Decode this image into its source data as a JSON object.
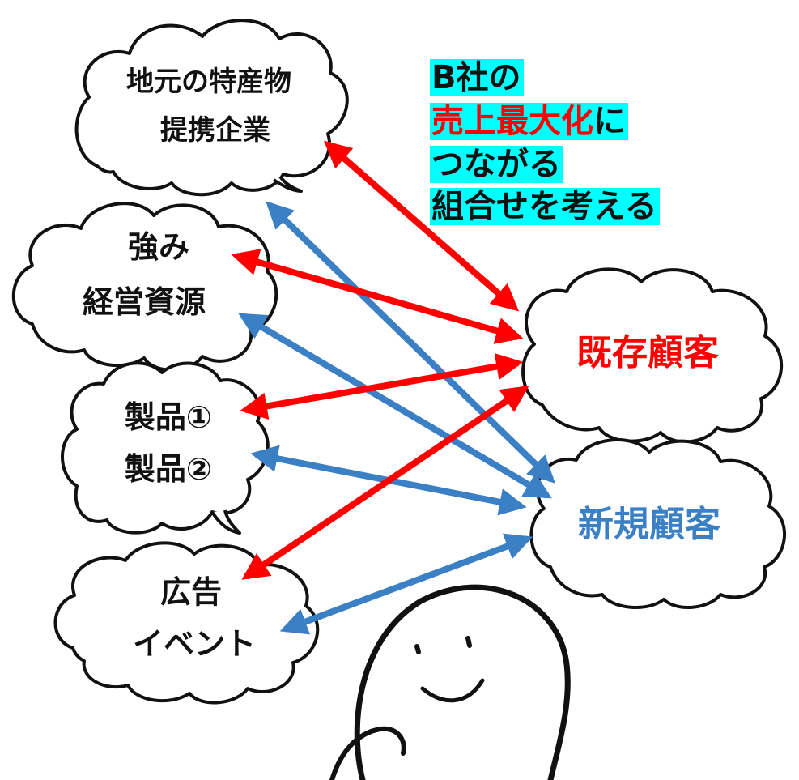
{
  "clouds": {
    "partners": {
      "line1": "地元の特産物",
      "line2": "提携企業"
    },
    "strengths": {
      "line1": "強み",
      "line2": "経営資源"
    },
    "products": {
      "line1": "製品①",
      "line2": "製品②"
    },
    "ads": {
      "line1": "広告",
      "line2": "イベント"
    },
    "existing": {
      "label": "既存顧客"
    },
    "new": {
      "label": "新規顧客"
    }
  },
  "caption": {
    "line1": "B社の",
    "line2_highlight": "売上最大化",
    "line2_rest": "に",
    "line3": "つながる",
    "line4": "組合せを考える"
  },
  "colors": {
    "existing": "#ff0000",
    "new": "#3b7fc4",
    "caption_bg": "#00ffff",
    "ink": "#111111"
  },
  "edges": [
    {
      "from": "partners",
      "to": "existing",
      "color": "red"
    },
    {
      "from": "strengths",
      "to": "existing",
      "color": "red"
    },
    {
      "from": "products",
      "to": "existing",
      "color": "red"
    },
    {
      "from": "ads",
      "to": "existing",
      "color": "red"
    },
    {
      "from": "partners",
      "to": "new",
      "color": "blue"
    },
    {
      "from": "strengths",
      "to": "new",
      "color": "blue"
    },
    {
      "from": "products",
      "to": "new",
      "color": "blue"
    },
    {
      "from": "ads",
      "to": "new",
      "color": "blue"
    }
  ]
}
